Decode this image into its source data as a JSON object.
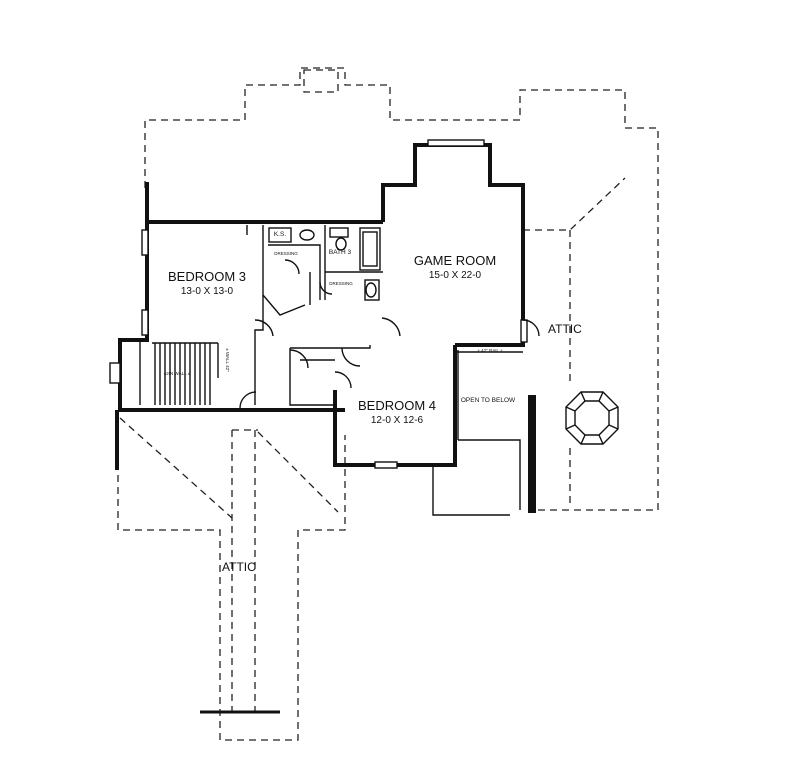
{
  "rooms": {
    "bedroom3": {
      "name": "BEDROOM 3",
      "dims": "13-0 X 13-0"
    },
    "game_room": {
      "name": "GAME ROOM",
      "dims": "15-0 X 22-0"
    },
    "bedroom4": {
      "name": "BEDROOM 4",
      "dims": "12-0 X 12-6"
    }
  },
  "labels": {
    "ks": "K.S.",
    "dressing": "DRESSING",
    "bath3": "BATH 3",
    "open_to_below": "OPEN TO BELOW",
    "rail": "± 42\" RAIL ±",
    "wall_left": "42IN WALL ±",
    "wall_vert": "± WALL 42\"",
    "attic_right": "ATTIC",
    "attic_bottom": "ATTIC"
  }
}
